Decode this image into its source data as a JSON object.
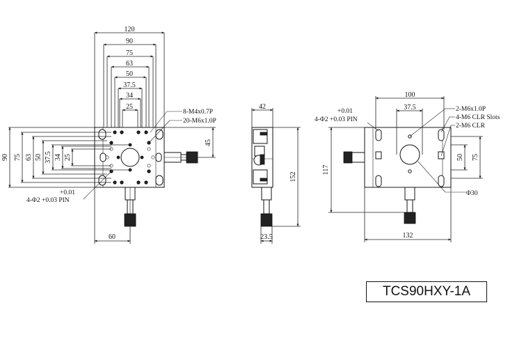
{
  "drawing": {
    "model": "TCS90HXY-1A",
    "top_view": {
      "horizontal_dims": [
        "120",
        "90",
        "75",
        "63",
        "50",
        "37.5",
        "34",
        "25"
      ],
      "vertical_dims": [
        "90",
        "75",
        "63",
        "50",
        "37.5",
        "34",
        "25"
      ],
      "right_dim": "45",
      "bottom_dim": "60",
      "notes": {
        "tap_a": "8-M4x0.7P",
        "tap_b": "20-M6x1.0P"
      },
      "pin": {
        "tol": "+0.01",
        "spec": "4-Φ2 +0.03 PIN"
      }
    },
    "side_view": {
      "width": "42",
      "height": "152",
      "bottom": "23.5"
    },
    "bottom_view": {
      "width_top": "100",
      "width_mid": "37.5",
      "height_left": "117",
      "height_right": "75",
      "right_mid": "50",
      "width_bottom": "132",
      "hole": "Φ30",
      "pin": {
        "tol": "+0.01",
        "spec": "4-Φ2 +0.03 PIN"
      },
      "notes": {
        "a": "2-M6x1.0P",
        "b": "4-M6 CLR Slots",
        "c": "2-M6 CLR"
      }
    }
  }
}
